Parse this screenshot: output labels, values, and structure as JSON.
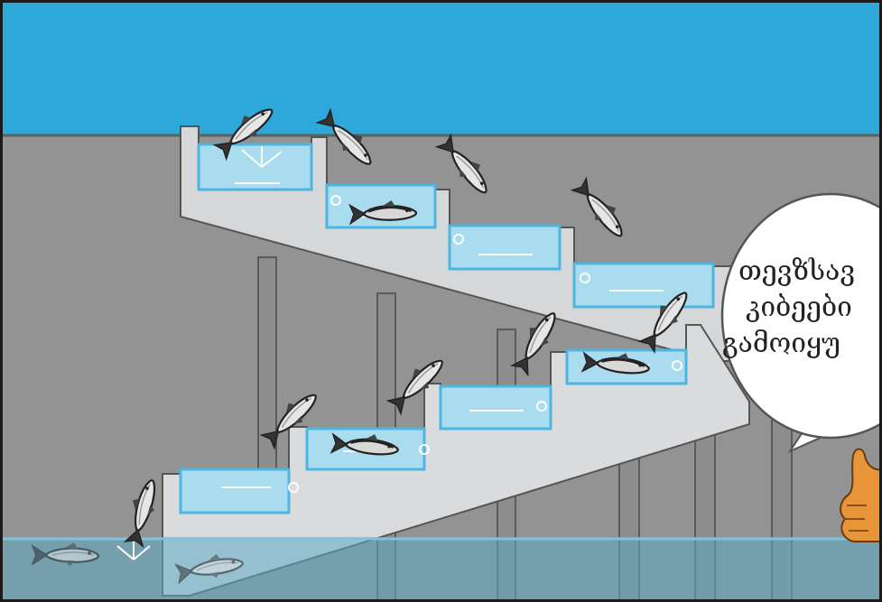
{
  "speech_bubble": {
    "lines": [
      "თევზსავ",
      "კიბეები",
      "გამოიყუ"
    ]
  },
  "colors": {
    "sky": "#2ea8d8",
    "wall": "#939393",
    "concrete": "#d5d7d8",
    "water": "#a9dcef",
    "water_edge": "#4fb4df",
    "pillar": "#8d8d8d",
    "fish_body": "#e6e6e6",
    "fish_outline": "#222222",
    "bubble_fill": "#ffffff",
    "hand": "#e8953a"
  },
  "icons": [
    "fish-icon",
    "thumbs-up-icon",
    "flow-arrow-icon"
  ]
}
